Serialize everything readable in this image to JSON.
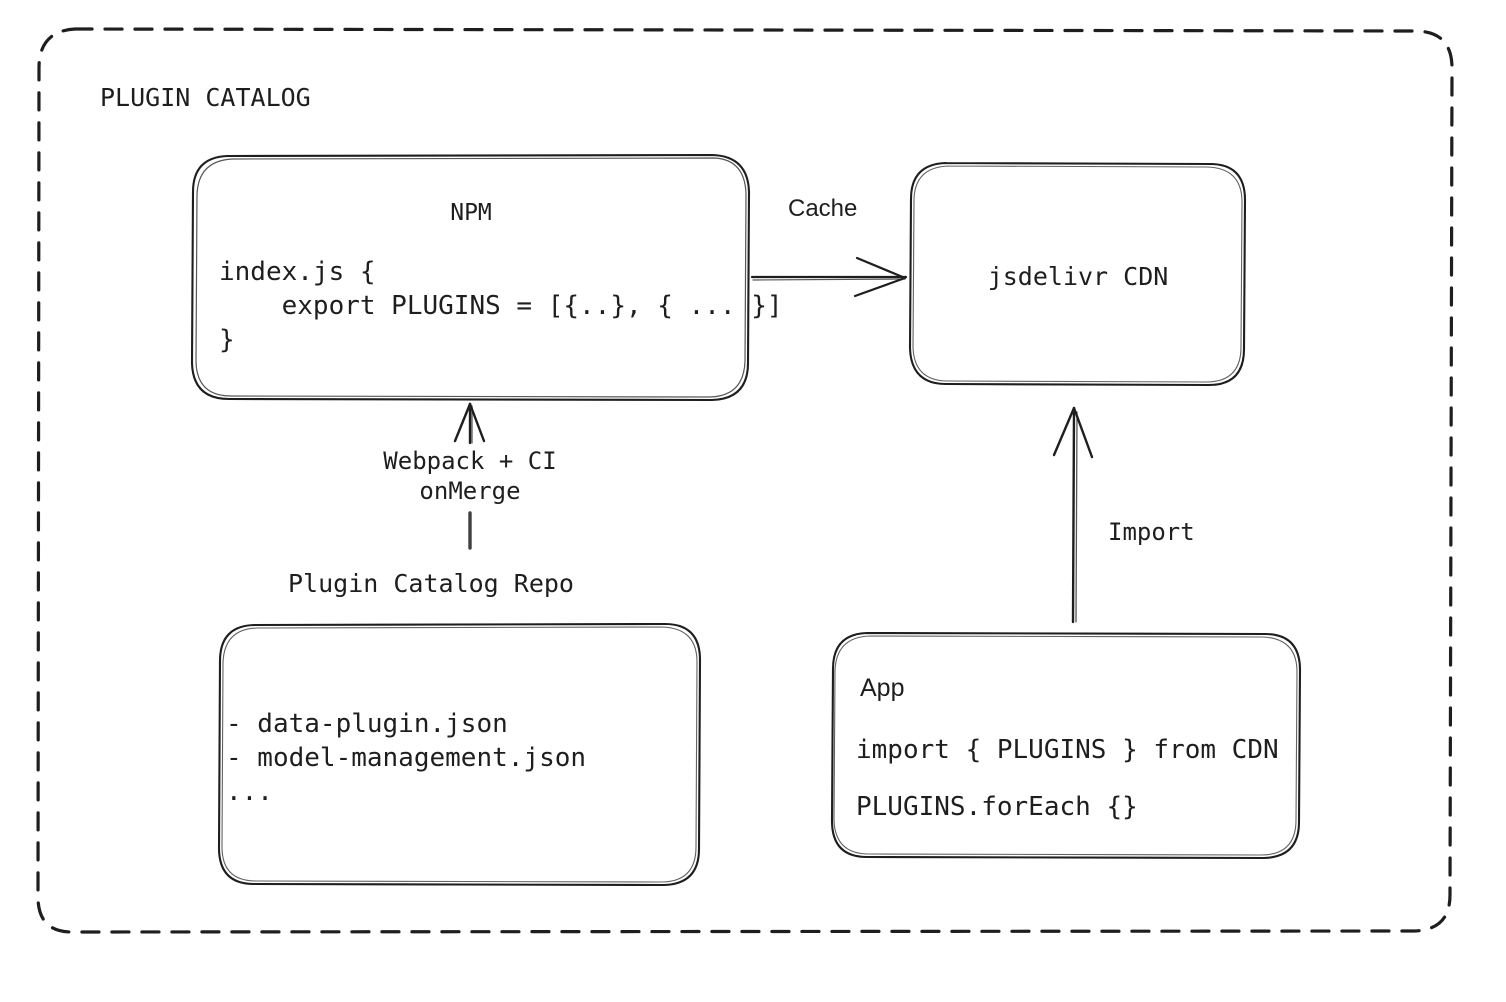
{
  "diagram": {
    "type": "architecture-flow",
    "group": {
      "label": "PLUGIN CATALOG",
      "border_style": "dashed",
      "color": "#1e1e1e"
    },
    "nodes": [
      {
        "id": "npm",
        "title": "NPM",
        "lines": [
          "index.js {",
          "    export PLUGINS = [{..}, { ... }]",
          "}"
        ]
      },
      {
        "id": "cdn",
        "title": "jsdelivr CDN",
        "lines": []
      },
      {
        "id": "repo",
        "caption": "Plugin Catalog Repo",
        "lines": [
          "- data-plugin.json",
          "- model-management.json",
          "..."
        ]
      },
      {
        "id": "app",
        "title": "App",
        "lines": [
          "import { PLUGINS } from CDN",
          "PLUGINS.forEach {}"
        ]
      }
    ],
    "edges": [
      {
        "id": "npm-to-cdn",
        "label": "Cache",
        "from": "npm",
        "to": "cdn",
        "direction": "right"
      },
      {
        "id": "repo-to-npm",
        "label_line1": "Webpack + CI",
        "label_line2": "onMerge",
        "from": "repo",
        "to": "npm",
        "direction": "up"
      },
      {
        "id": "app-to-cdn",
        "label": "Import",
        "from": "app",
        "to": "cdn",
        "direction": "up"
      }
    ],
    "colors": {
      "stroke": "#1e1e1e",
      "background": "#ffffff"
    }
  }
}
